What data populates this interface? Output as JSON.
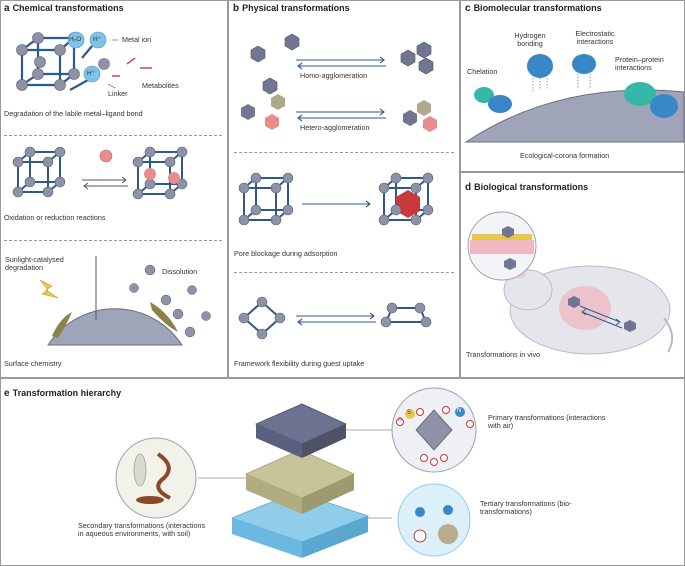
{
  "panels": {
    "a": {
      "letter": "a",
      "title": "Chemical transformations",
      "labels": {
        "h2o": "H₂O",
        "hplus_1": "H⁺",
        "hplus_2": "H⁺",
        "metal_ion": "Metal ion",
        "metabolites": "Metabolites",
        "linker": "Linker",
        "caption_1": "Degradation of the labile metal–ligand bond",
        "caption_2": "Oxidation or reduction reactions",
        "sunlight": "Sunlight-catalysed degradation",
        "dissolution": "Dissolution",
        "caption_3": "Surface chemistry"
      }
    },
    "b": {
      "letter": "b",
      "title": "Physical transformations",
      "labels": {
        "homo": "Homo-agglomeration",
        "hetero": "Hetero-agglomeration",
        "pore": "Pore blockage during adsorption",
        "flex": "Framework flexibility during guest uptake"
      }
    },
    "c": {
      "letter": "c",
      "title": "Biomolecular transformations",
      "labels": {
        "hbond": "Hydrogen bonding",
        "electro": "Electrostatic interactions",
        "chelation": "Chelation",
        "protein": "Protein–protein interactions",
        "corona": "Ecological-corona formation"
      }
    },
    "d": {
      "letter": "d",
      "title": "Biological transformations",
      "labels": {
        "invivo": "Transformations in vivo"
      }
    },
    "e": {
      "letter": "e",
      "title": "Transformation hierarchy",
      "labels": {
        "primary": "Primary transformations (interactions with air)",
        "tertiary": "Tertiary transformations (bio-transformations)",
        "secondary": "Secondary transformations (interactions in aqueous environments, with soil)",
        "s": "S",
        "n": "N",
        "o": "O"
      }
    }
  },
  "colors": {
    "node": "#8e92a6",
    "bond": "#2d5a8c",
    "metal_ion": "#7fc4e8",
    "pink": "#e98c8c",
    "hex_grey": "#707690",
    "hex_tan": "#b0a88a",
    "hex_red": "#c8383c",
    "protein_blue": "#3a87c8",
    "protein_teal": "#36b8a8",
    "layer_top": "#6c7390",
    "layer_mid": "#c8c49a",
    "layer_bottom": "#8fcdea",
    "sun": "#e8c84a"
  }
}
